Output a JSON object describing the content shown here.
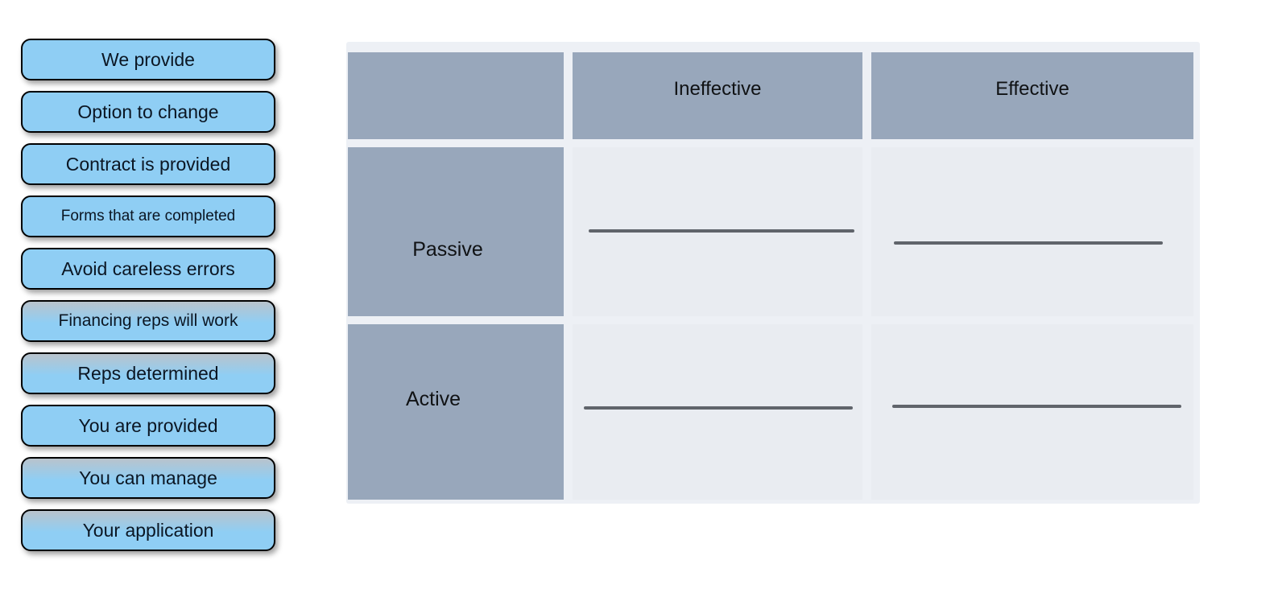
{
  "activity": {
    "type": "drag-and-drop-matching"
  },
  "tiles": {
    "items": [
      {
        "label": "We provide",
        "variant": "solid"
      },
      {
        "label": "Option to change",
        "variant": "solid"
      },
      {
        "label": "Contract is provided",
        "variant": "solid"
      },
      {
        "label": "Forms that are completed",
        "variant": "solid"
      },
      {
        "label": "Avoid careless errors",
        "variant": "solid"
      },
      {
        "label": "Financing reps will work",
        "variant": "gradient"
      },
      {
        "label": "Reps determined",
        "variant": "gradient"
      },
      {
        "label": "You are provided",
        "variant": "solid"
      },
      {
        "label": "You can manage",
        "variant": "gradient"
      },
      {
        "label": "Your application",
        "variant": "gradient"
      }
    ]
  },
  "matrix": {
    "column_headers": [
      "Ineffective",
      "Effective"
    ],
    "row_headers": [
      "Passive",
      "Active"
    ],
    "drop_zones": [
      {
        "row": "Passive",
        "column": "Ineffective",
        "value": ""
      },
      {
        "row": "Passive",
        "column": "Effective",
        "value": ""
      },
      {
        "row": "Active",
        "column": "Ineffective",
        "value": ""
      },
      {
        "row": "Active",
        "column": "Effective",
        "value": ""
      }
    ]
  },
  "colors": {
    "tile_fill": "#8FCEF4",
    "tile_gradient_top": "#B9C3CC",
    "tile_border": "#000000",
    "tile_text": "#0B1623",
    "header_cell_fill": "#98A7BB",
    "body_cell_fill": "#E9ECF1",
    "table_background": "#EDF0F5",
    "drop_zone_fill": "#F3F6F9",
    "drop_zone_border": "#60646B",
    "table_text": "#101214"
  }
}
